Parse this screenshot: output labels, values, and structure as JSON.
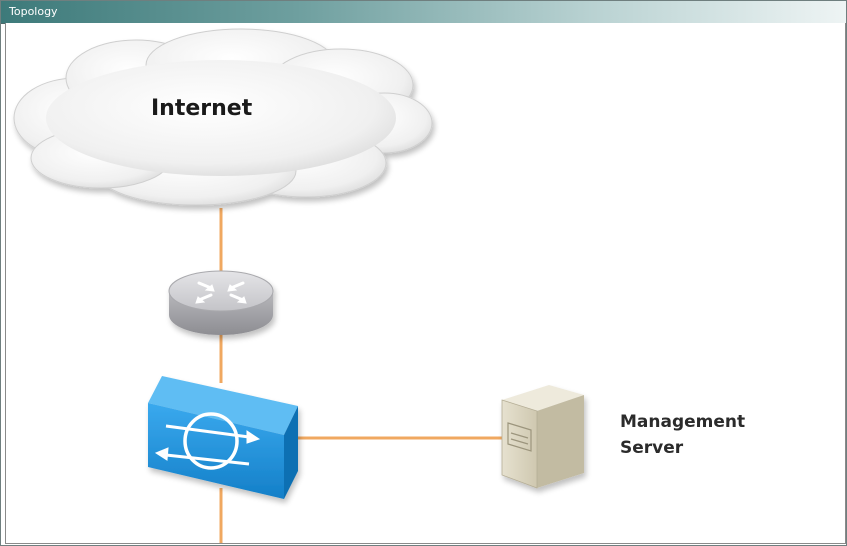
{
  "window": {
    "title": "Topology"
  },
  "diagram": {
    "cloud_label": "Internet",
    "server_label_line1": "Management",
    "server_label_line2": "Server",
    "link_color": "#f0a860",
    "switch_color": "#1e8fd8",
    "router_color": "#c9c9cc",
    "server_color": "#d8d2bd"
  }
}
